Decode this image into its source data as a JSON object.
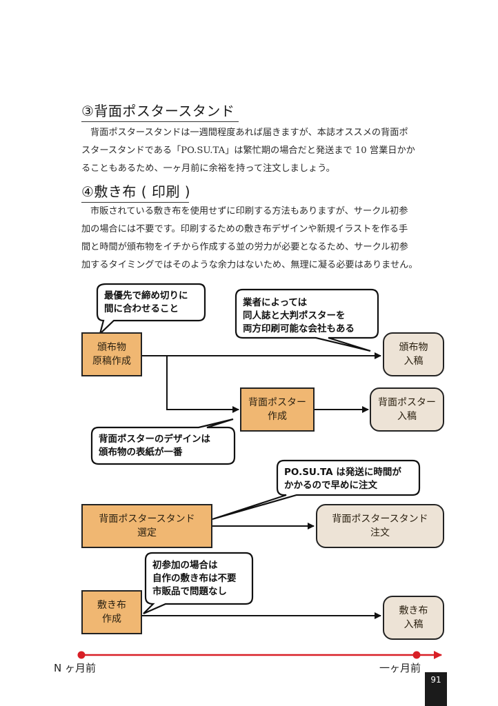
{
  "section3": {
    "heading": "③背面ポスタースタンド",
    "lines": [
      "背面ポスタースタンドは一週間程度あれば届きますが、本誌オススメの背面ポ",
      "スタースタンドである「PO.SU.TA」は繁忙期の場合だと発送まで 10 営業日かか",
      "ることもあるため、一ヶ月前に余裕を持って注文しましょう。"
    ]
  },
  "section4": {
    "heading": "④敷き布 ( 印刷 )",
    "lines": [
      "市販されている敷き布を使用せずに印刷する方法もありますが、サークル初参",
      "加の場合には不要です。印刷するための敷き布デザインや新規イラストを作る手",
      "間と時間が頒布物をイチから作成する並の労力が必要となるため、サークル初参",
      "加するタイミングではそのような余力はないため、無理に凝る必要はありません。"
    ]
  },
  "flow": {
    "boxes": {
      "b1": [
        "頒布物",
        "原稿作成"
      ],
      "b2": [
        "頒布物",
        "入稿"
      ],
      "b3": [
        "背面ポスター",
        "作成"
      ],
      "b4": [
        "背面ポスター",
        "入稿"
      ],
      "b5": [
        "背面ポスタースタンド",
        "選定"
      ],
      "b6": [
        "背面ポスタースタンド",
        "注文"
      ],
      "b7": [
        "敷き布",
        "作成"
      ],
      "b8": [
        "敷き布",
        "入稿"
      ]
    },
    "callouts": {
      "c1": [
        "最優先で締め切りに",
        "間に合わせること"
      ],
      "c2": [
        "業者によっては",
        "同人誌と大判ポスターを",
        "両方印刷可能な会社もある"
      ],
      "c3": [
        "背面ポスターのデザインは",
        "頒布物の表紙が一番"
      ],
      "c4": [
        "PO.SU.TA は発送に時間が",
        "かかるので早めに注文"
      ],
      "c5": [
        "初参加の場合は",
        "自作の敷き布は不要",
        "市販品で問題なし"
      ]
    },
    "colors": {
      "source_box": "#f0b772",
      "target_box": "#ede3d6",
      "timeline": "#d81f26"
    }
  },
  "timeline": {
    "start_label": "N ヶ月前",
    "end_label": "一ヶ月前"
  },
  "page_number": "91"
}
